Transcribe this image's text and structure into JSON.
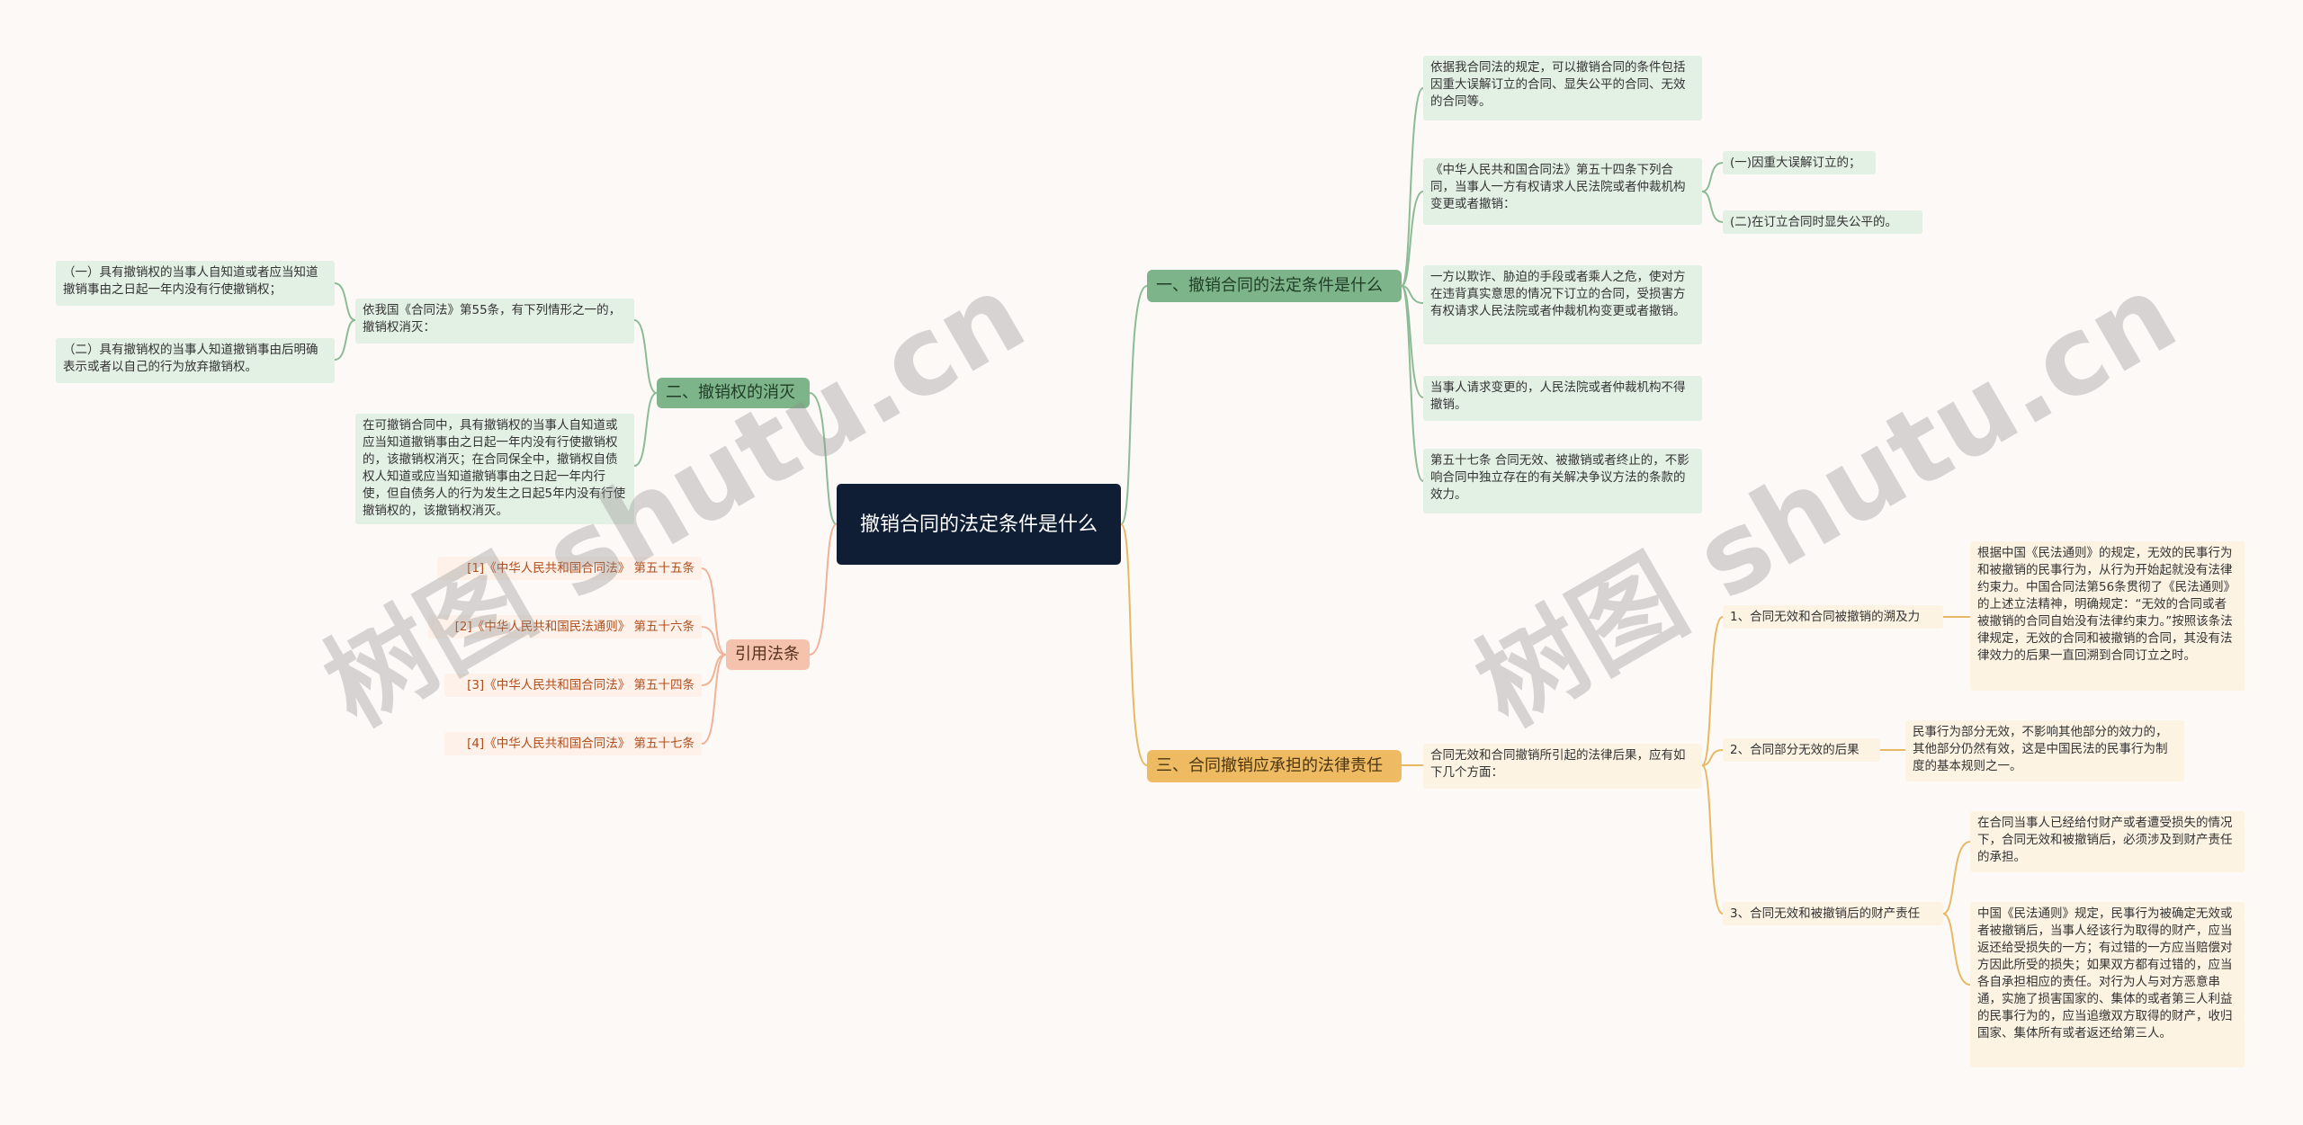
{
  "root": "撤销合同的法定条件是什么",
  "b1": {
    "title": "一、撤销合同的法定条件是什么",
    "c1": "依据我合同法的规定，可以撤销合同的条件包括因重大误解订立的合同、显失公平的合同、无效的合同等。",
    "c2": "《中华人民共和国合同法》第五十四条下列合同，当事人一方有权请求人民法院或者仲裁机构变更或者撤销：",
    "c2a": "(一)因重大误解订立的；",
    "c2b": "(二)在订立合同时显失公平的。",
    "c3": "一方以欺诈、胁迫的手段或者乘人之危，使对方在违背真实意思的情况下订立的合同，受损害方有权请求人民法院或者仲裁机构变更或者撤销。",
    "c4": "当事人请求变更的，人民法院或者仲裁机构不得撤销。",
    "c5": "第五十七条 合同无效、被撤销或者终止的，不影响合同中独立存在的有关解决争议方法的条款的效力。"
  },
  "b2": {
    "title": "二、撤销权的消灭",
    "c1": "依我国《合同法》第55条，有下列情形之一的，撤销权消灭：",
    "c1a": "（一）具有撤销权的当事人自知道或者应当知道撤销事由之日起一年内没有行使撤销权；",
    "c1b": "（二）具有撤销权的当事人知道撤销事由后明确表示或者以自己的行为放弃撤销权。",
    "c2": "在可撤销合同中，具有撤销权的当事人自知道或应当知道撤销事由之日起一年内没有行使撤销权的，该撤销权消灭；在合同保全中，撤销权自债权人知道或应当知道撤销事由之日起一年内行使，但自债务人的行为发生之日起5年内没有行使撤销权的，该撤销权消灭。"
  },
  "b3": {
    "title": "引用法条",
    "r1": "[1]《中华人民共和国合同法》 第五十五条",
    "r2": "[2]《中华人民共和国民法通则》 第五十六条",
    "r3": "[3]《中华人民共和国合同法》 第五十四条",
    "r4": "[4]《中华人民共和国合同法》 第五十七条"
  },
  "b4": {
    "title": "三、合同撤销应承担的法律责任",
    "c1": "合同无效和合同撤销所引起的法律后果，应有如下几个方面：",
    "s1": "1、合同无效和合同被撤销的溯及力",
    "s1a": "根据中国《民法通则》的规定，无效的民事行为和被撤销的民事行为，从行为开始起就没有法律约束力。中国合同法第56条贯彻了《民法通则》的上述立法精神，明确规定：“无效的合同或者被撤销的合同自始没有法律约束力。”按照该条法律规定，无效的合同和被撤销的合同，其没有法律效力的后果一直回溯到合同订立之时。",
    "s2": "2、合同部分无效的后果",
    "s2a": "民事行为部分无效，不影响其他部分的效力的，其他部分仍然有效，这是中国民法的民事行为制度的基本规则之一。",
    "s3": "3、合同无效和被撤销后的财产责任",
    "s3a": "在合同当事人已经给付财产或者遭受损失的情况下，合同无效和被撤销后，必须涉及到财产责任的承担。",
    "s3b": "中国《民法通则》规定，民事行为被确定无效或者被撤销后，当事人经该行为取得的财产，应当返还给受损失的一方；有过错的一方应当赔偿对方因此所受的损失；如果双方都有过错的，应当各自承担相应的责任。对行为人与对方恶意串通，实施了损害国家的、集体的或者第三人利益的民事行为的，应当追缴双方取得的财产，收归国家、集体所有或者返还给第三人。"
  },
  "watermark": [
    "树图 shutu.cn",
    "树图 shutu.cn"
  ],
  "colors": {
    "green": "#7eb489",
    "yellow": "#efbb62",
    "pink": "#f5c3ad",
    "root": "#0f1d35",
    "line_green": "#8cbc96",
    "line_yellow": "#e7b965",
    "line_pink": "#efb398"
  }
}
